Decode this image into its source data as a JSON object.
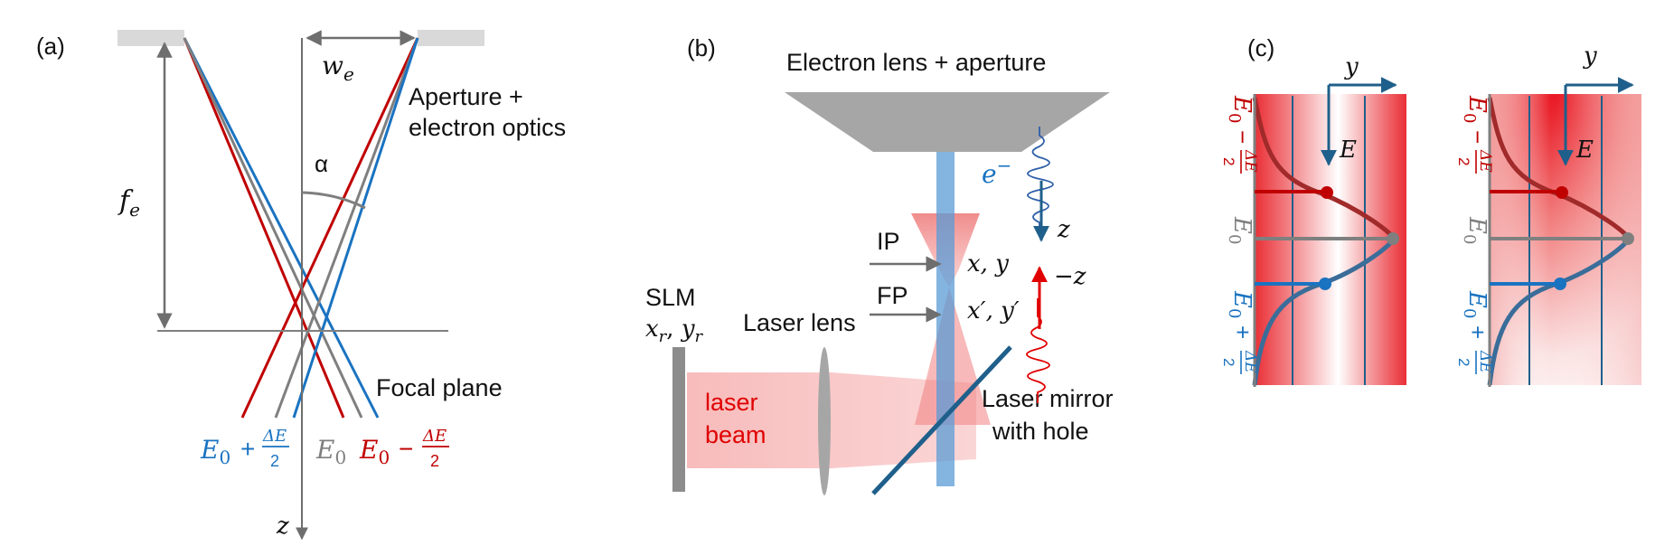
{
  "colors": {
    "red": "#c00000",
    "blue": "#1a73c1",
    "gray": "#7f7f7f",
    "darkblue": "#1f5f8b",
    "laser_red": "#f08080",
    "plate": "#d9d9d9"
  },
  "panel_a": {
    "label": "(a)",
    "f_label": "f",
    "f_sub": "e",
    "w_label": "w",
    "w_sub": "e",
    "alpha": "α",
    "aperture_line1": "Aperture +",
    "aperture_line2": "electron optics",
    "focal_plane": "Focal plane",
    "z": "z",
    "e0": "E",
    "e0_sub": "0",
    "plus": "+",
    "minus": "−",
    "frac_num": "ΔE",
    "frac_den": "2"
  },
  "panel_b": {
    "label": "(b)",
    "title": "Electron lens + aperture",
    "electron": "e",
    "electron_sup": "−",
    "z": "z",
    "minus_z": "−z",
    "ip": "IP",
    "fp": "FP",
    "xy": "x, y",
    "xy_prime": "x′, y′",
    "slm": "SLM",
    "xr_yr": "x",
    "xr_sub": "r",
    "yr": "y",
    "yr_sub": "r",
    "laser_lens": "Laser lens",
    "laser_beam_1": "laser",
    "laser_beam_2": "beam",
    "mirror_1": "Laser mirror",
    "mirror_2": "with hole"
  },
  "panel_c": {
    "label": "(c)",
    "y": "y",
    "E": "E",
    "e0": "E",
    "e0_sub": "0",
    "plus": "+",
    "minus": "−",
    "frac_num": "ΔE",
    "frac_den": "2"
  }
}
